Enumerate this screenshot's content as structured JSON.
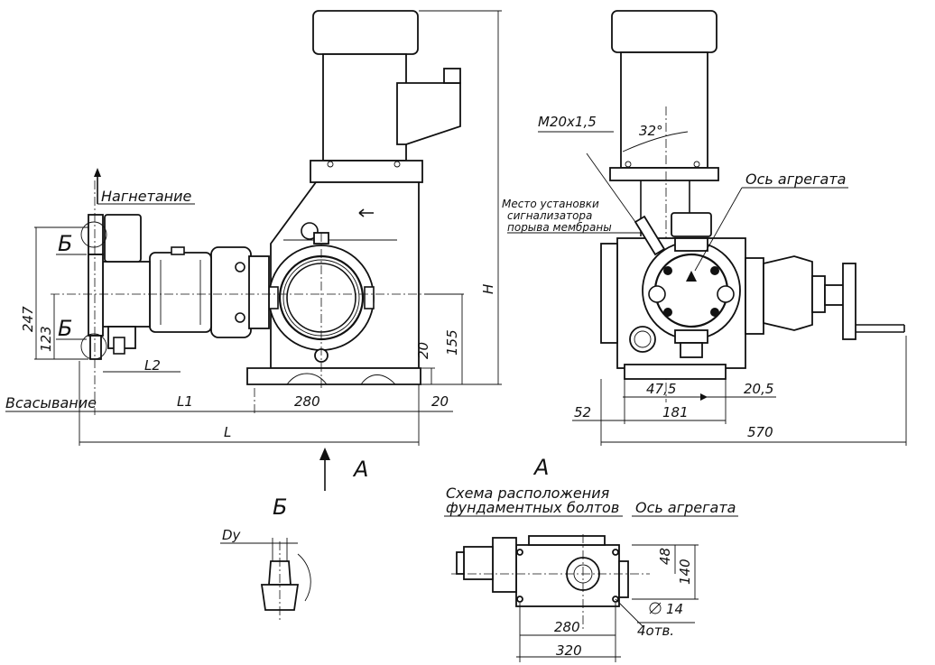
{
  "labels": {
    "discharge": "Нагнетание",
    "suction": "Всасывание",
    "view_a_arrow": "А",
    "view_a_title": "А",
    "detail_b_top": "Б",
    "detail_b_bottom": "Б",
    "detail_b_title": "Б",
    "dy": "Dy",
    "thread": "M20x1,5",
    "angle": "32°",
    "sensor_line1": "Место установки",
    "sensor_line2": "сигнализатора",
    "sensor_line3": "порыва мембраны",
    "axis_side": "Ось агрегата",
    "axis_plan": "Ось агрегата",
    "scheme_line1": "Схема расположения",
    "scheme_line2": "фундаментных болтов",
    "hole_dia": "14",
    "hole_count": "4отв."
  },
  "dimensions": {
    "d247": "247",
    "d123": "123",
    "L2": "L2",
    "L1": "L1",
    "d280_front": "280",
    "d20_right": "20",
    "L": "L",
    "H": "H",
    "d155": "155",
    "d20_base": "20",
    "d47_5": "47,5",
    "d20_5": "20,5",
    "d52": "52",
    "d181": "181",
    "d570": "570",
    "d48": "48",
    "d140": "140",
    "d280_plan": "280",
    "d320": "320"
  }
}
